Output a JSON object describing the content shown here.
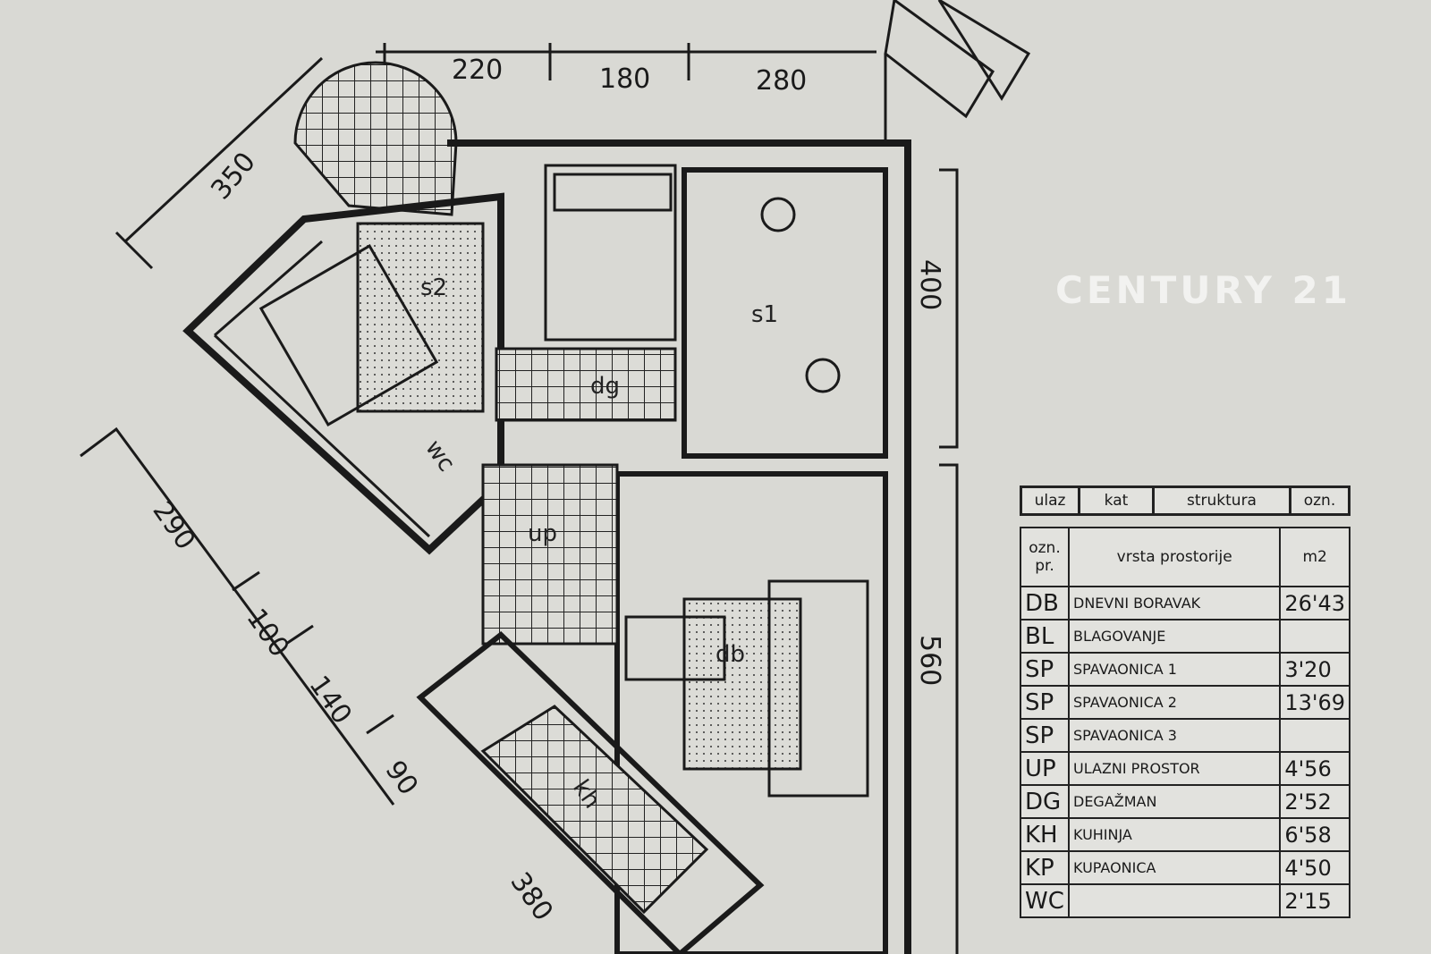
{
  "dimensions": {
    "top": [
      "220",
      "180",
      "280"
    ],
    "balcony": "350",
    "right": [
      "400",
      "560"
    ],
    "left": [
      "290",
      "100",
      "140",
      "90",
      "380"
    ]
  },
  "rooms": {
    "s2": "s2",
    "s1": "s1",
    "dg": "dg",
    "up": "up",
    "db": "db",
    "kh": "kh",
    "wc": "wc"
  },
  "legend": {
    "header": [
      "ulaz",
      "kat",
      "struktura",
      "ozn."
    ],
    "col_code": "ozn. pr.",
    "col_name": "vrsta prostorije",
    "col_area": "m2",
    "rows": [
      {
        "code": "DB",
        "name": "Dnevni boravak",
        "area": "26'43"
      },
      {
        "code": "BL",
        "name": "Blagovanje",
        "area": ""
      },
      {
        "code": "SP",
        "name": "Spavaonica 1",
        "area": "3'20"
      },
      {
        "code": "SP",
        "name": "Spavaonica 2",
        "area": "13'69"
      },
      {
        "code": "SP",
        "name": "Spavaonica 3",
        "area": ""
      },
      {
        "code": "UP",
        "name": "Ulazni prostor",
        "area": "4'56"
      },
      {
        "code": "DG",
        "name": "Degažman",
        "area": "2'52"
      },
      {
        "code": "KH",
        "name": "Kuhinja",
        "area": "6'58"
      },
      {
        "code": "KP",
        "name": "Kupaonica",
        "area": "4'50"
      },
      {
        "code": "WC",
        "name": "",
        "area": "2'15"
      }
    ]
  },
  "watermark": "CENTURY 21"
}
